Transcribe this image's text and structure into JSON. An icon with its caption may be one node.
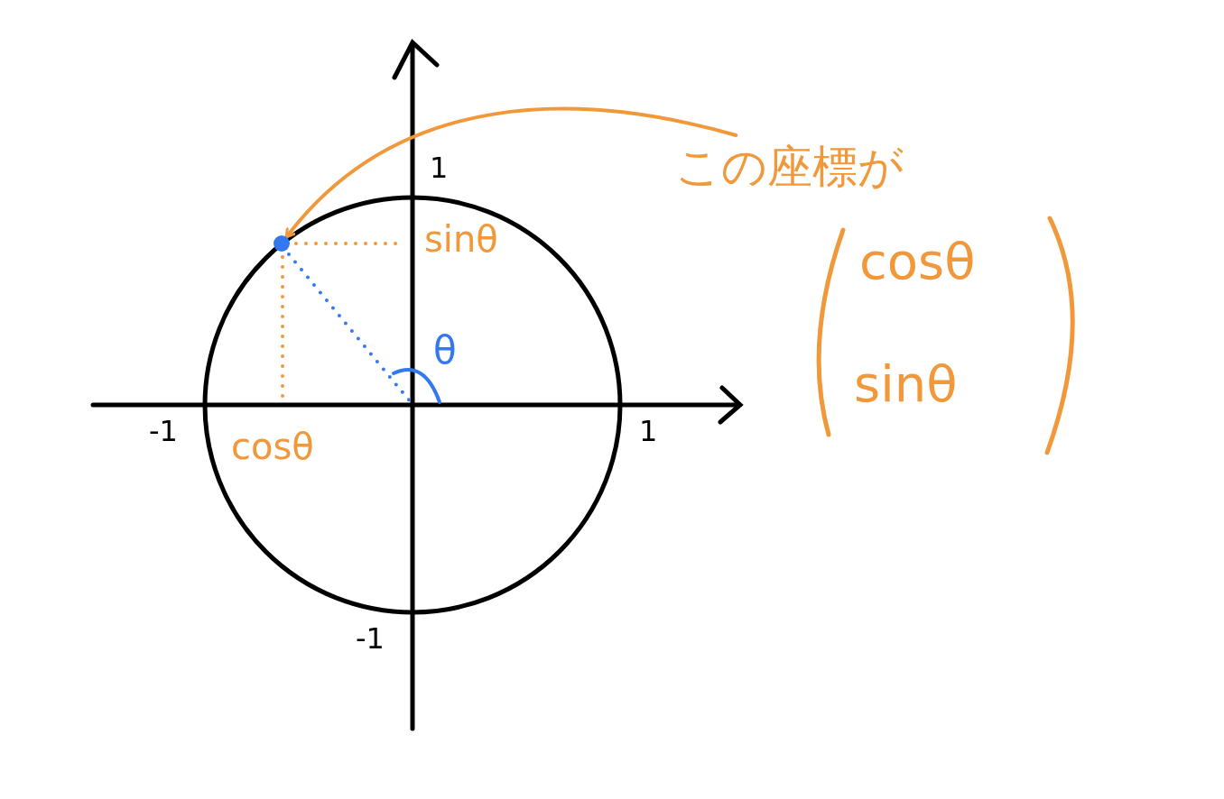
{
  "diagram": {
    "nodes": [
      {
        "text": [
          "この座標が"
        ]
      },
      {
        "text": [],
        "shape": "circle"
      }
    ],
    "edges": [
      {
        "from": 0,
        "to": 1,
        "arrow": "to",
        "color": "#f0983a"
      }
    ],
    "labels": [
      "1",
      "-1",
      "1",
      "-1",
      "sinθ",
      "cosθ",
      "θ",
      "cosθ",
      "sinθ"
    ]
  }
}
